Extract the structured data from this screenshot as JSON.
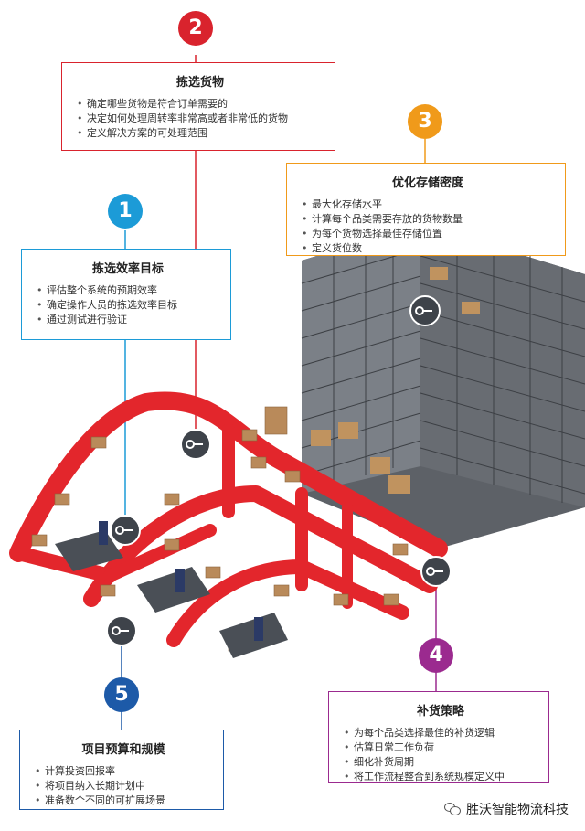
{
  "colors": {
    "step1": "#1c9bd7",
    "step2": "#d9232d",
    "step3": "#f09a1a",
    "step4": "#9b2a8f",
    "step5": "#1d5aa8",
    "conveyor": "#e3262c",
    "shelf": "#6f7379",
    "box": "#b98a5a",
    "key_marker": "#3e434a"
  },
  "steps": [
    {
      "number": "1",
      "title": "拣选效率目标",
      "items": [
        "评估整个系统的预期效率",
        "确定操作人员的拣选效率目标",
        "通过测试进行验证"
      ]
    },
    {
      "number": "2",
      "title": "拣选货物",
      "items": [
        "确定哪些货物是符合订单需要的",
        "决定如何处理周转率非常高或者非常低的货物",
        "定义解决方案的可处理范围"
      ]
    },
    {
      "number": "3",
      "title": "优化存储密度",
      "items": [
        "最大化存储水平",
        "计算每个品类需要存放的货物数量",
        "为每个货物选择最佳存储位置",
        "定义货位数"
      ]
    },
    {
      "number": "4",
      "title": "补货策略",
      "items": [
        "为每个品类选择最佳的补货逻辑",
        "估算日常工作负荷",
        "细化补货周期",
        "将工作流程整合到系统规模定义中"
      ]
    },
    {
      "number": "5",
      "title": "项目预算和规模",
      "items": [
        "计算投资回报率",
        "将项目纳入长期计划中",
        "准备数个不同的可扩展场景"
      ]
    }
  ],
  "markers": [
    {
      "icon": "key-icon"
    },
    {
      "icon": "key-icon"
    },
    {
      "icon": "key-icon"
    },
    {
      "icon": "key-icon"
    },
    {
      "icon": "key-icon"
    }
  ],
  "watermark": {
    "text": "胜沃智能物流科技",
    "icon": "wechat-icon"
  }
}
